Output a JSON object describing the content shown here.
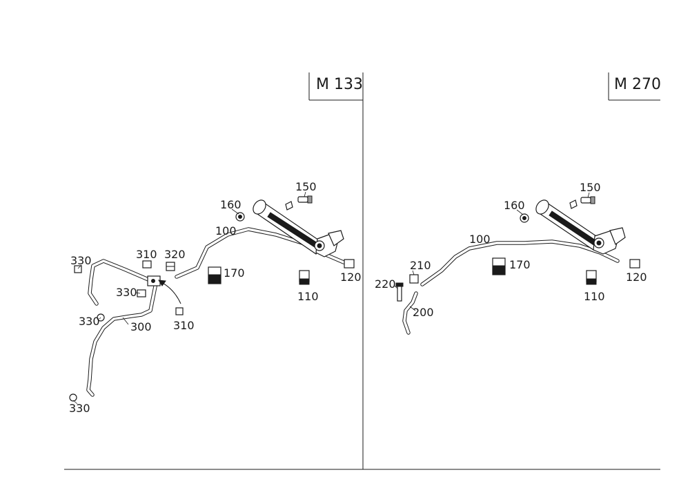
{
  "panels": [
    {
      "engine": "M 133",
      "labels": {
        "p150": "150",
        "p160": "160",
        "p100": "100",
        "p310a": "310",
        "p320": "320",
        "p170": "170",
        "p330a": "330",
        "p330b": "330",
        "p330c": "330",
        "p300": "300",
        "p310b": "310",
        "p120": "120",
        "p110": "110",
        "p330d": "330"
      }
    },
    {
      "engine": "M 270",
      "labels": {
        "p150": "150",
        "p160": "160",
        "p100": "100",
        "p210": "210",
        "p170": "170",
        "p220": "220",
        "p200": "200",
        "p120": "120",
        "p110": "110"
      }
    }
  ]
}
